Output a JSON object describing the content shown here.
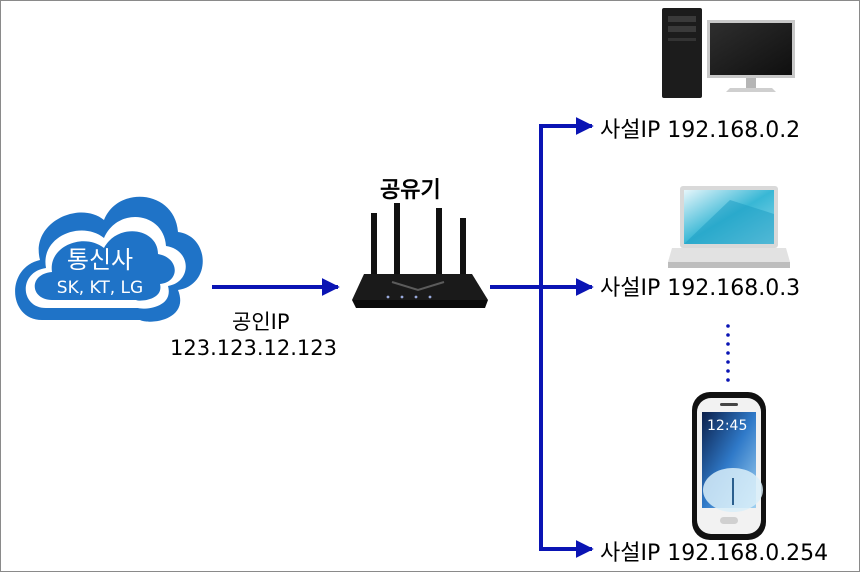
{
  "cloud": {
    "title": "통신사",
    "subtitle": "SK, KT, LG"
  },
  "router": {
    "title": "공유기"
  },
  "public_ip": {
    "label": "공인IP",
    "value": "123.123.12.123"
  },
  "private_ips": [
    "사설IP 192.168.0.2",
    "사설IP 192.168.0.3",
    "사설IP 192.168.0.254"
  ],
  "phone": {
    "time": "12:45"
  },
  "colors": {
    "arrow": "#0a14b4",
    "cloud_fill": "#1f73c7",
    "cloud_inner": "#ffffff"
  }
}
